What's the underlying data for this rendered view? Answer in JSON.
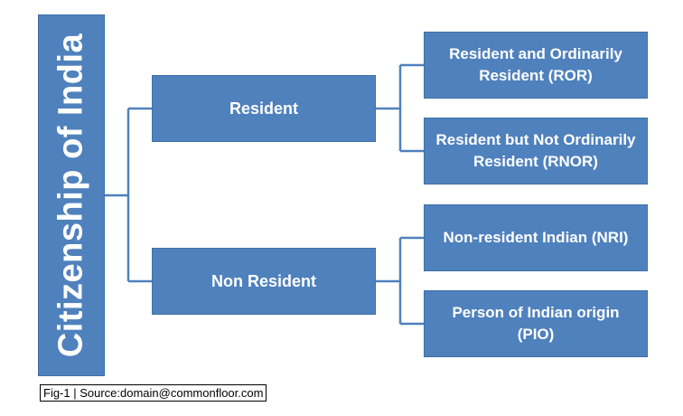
{
  "root": {
    "label": "Citizenship of India"
  },
  "branches": [
    {
      "label": "Resident",
      "children": [
        {
          "label": "Resident and Ordinarily Resident (ROR)"
        },
        {
          "label": "Resident but Not Ordinarily Resident (RNOR)"
        }
      ]
    },
    {
      "label": "Non Resident",
      "children": [
        {
          "label": "Non-resident Indian (NRI)"
        },
        {
          "label": "Person of Indian origin (PIO)"
        }
      ]
    }
  ],
  "caption": "Fig-1 | Source:domain@commonfloor.com",
  "colors": {
    "box": "#4f81bd",
    "text": "#ffffff"
  }
}
